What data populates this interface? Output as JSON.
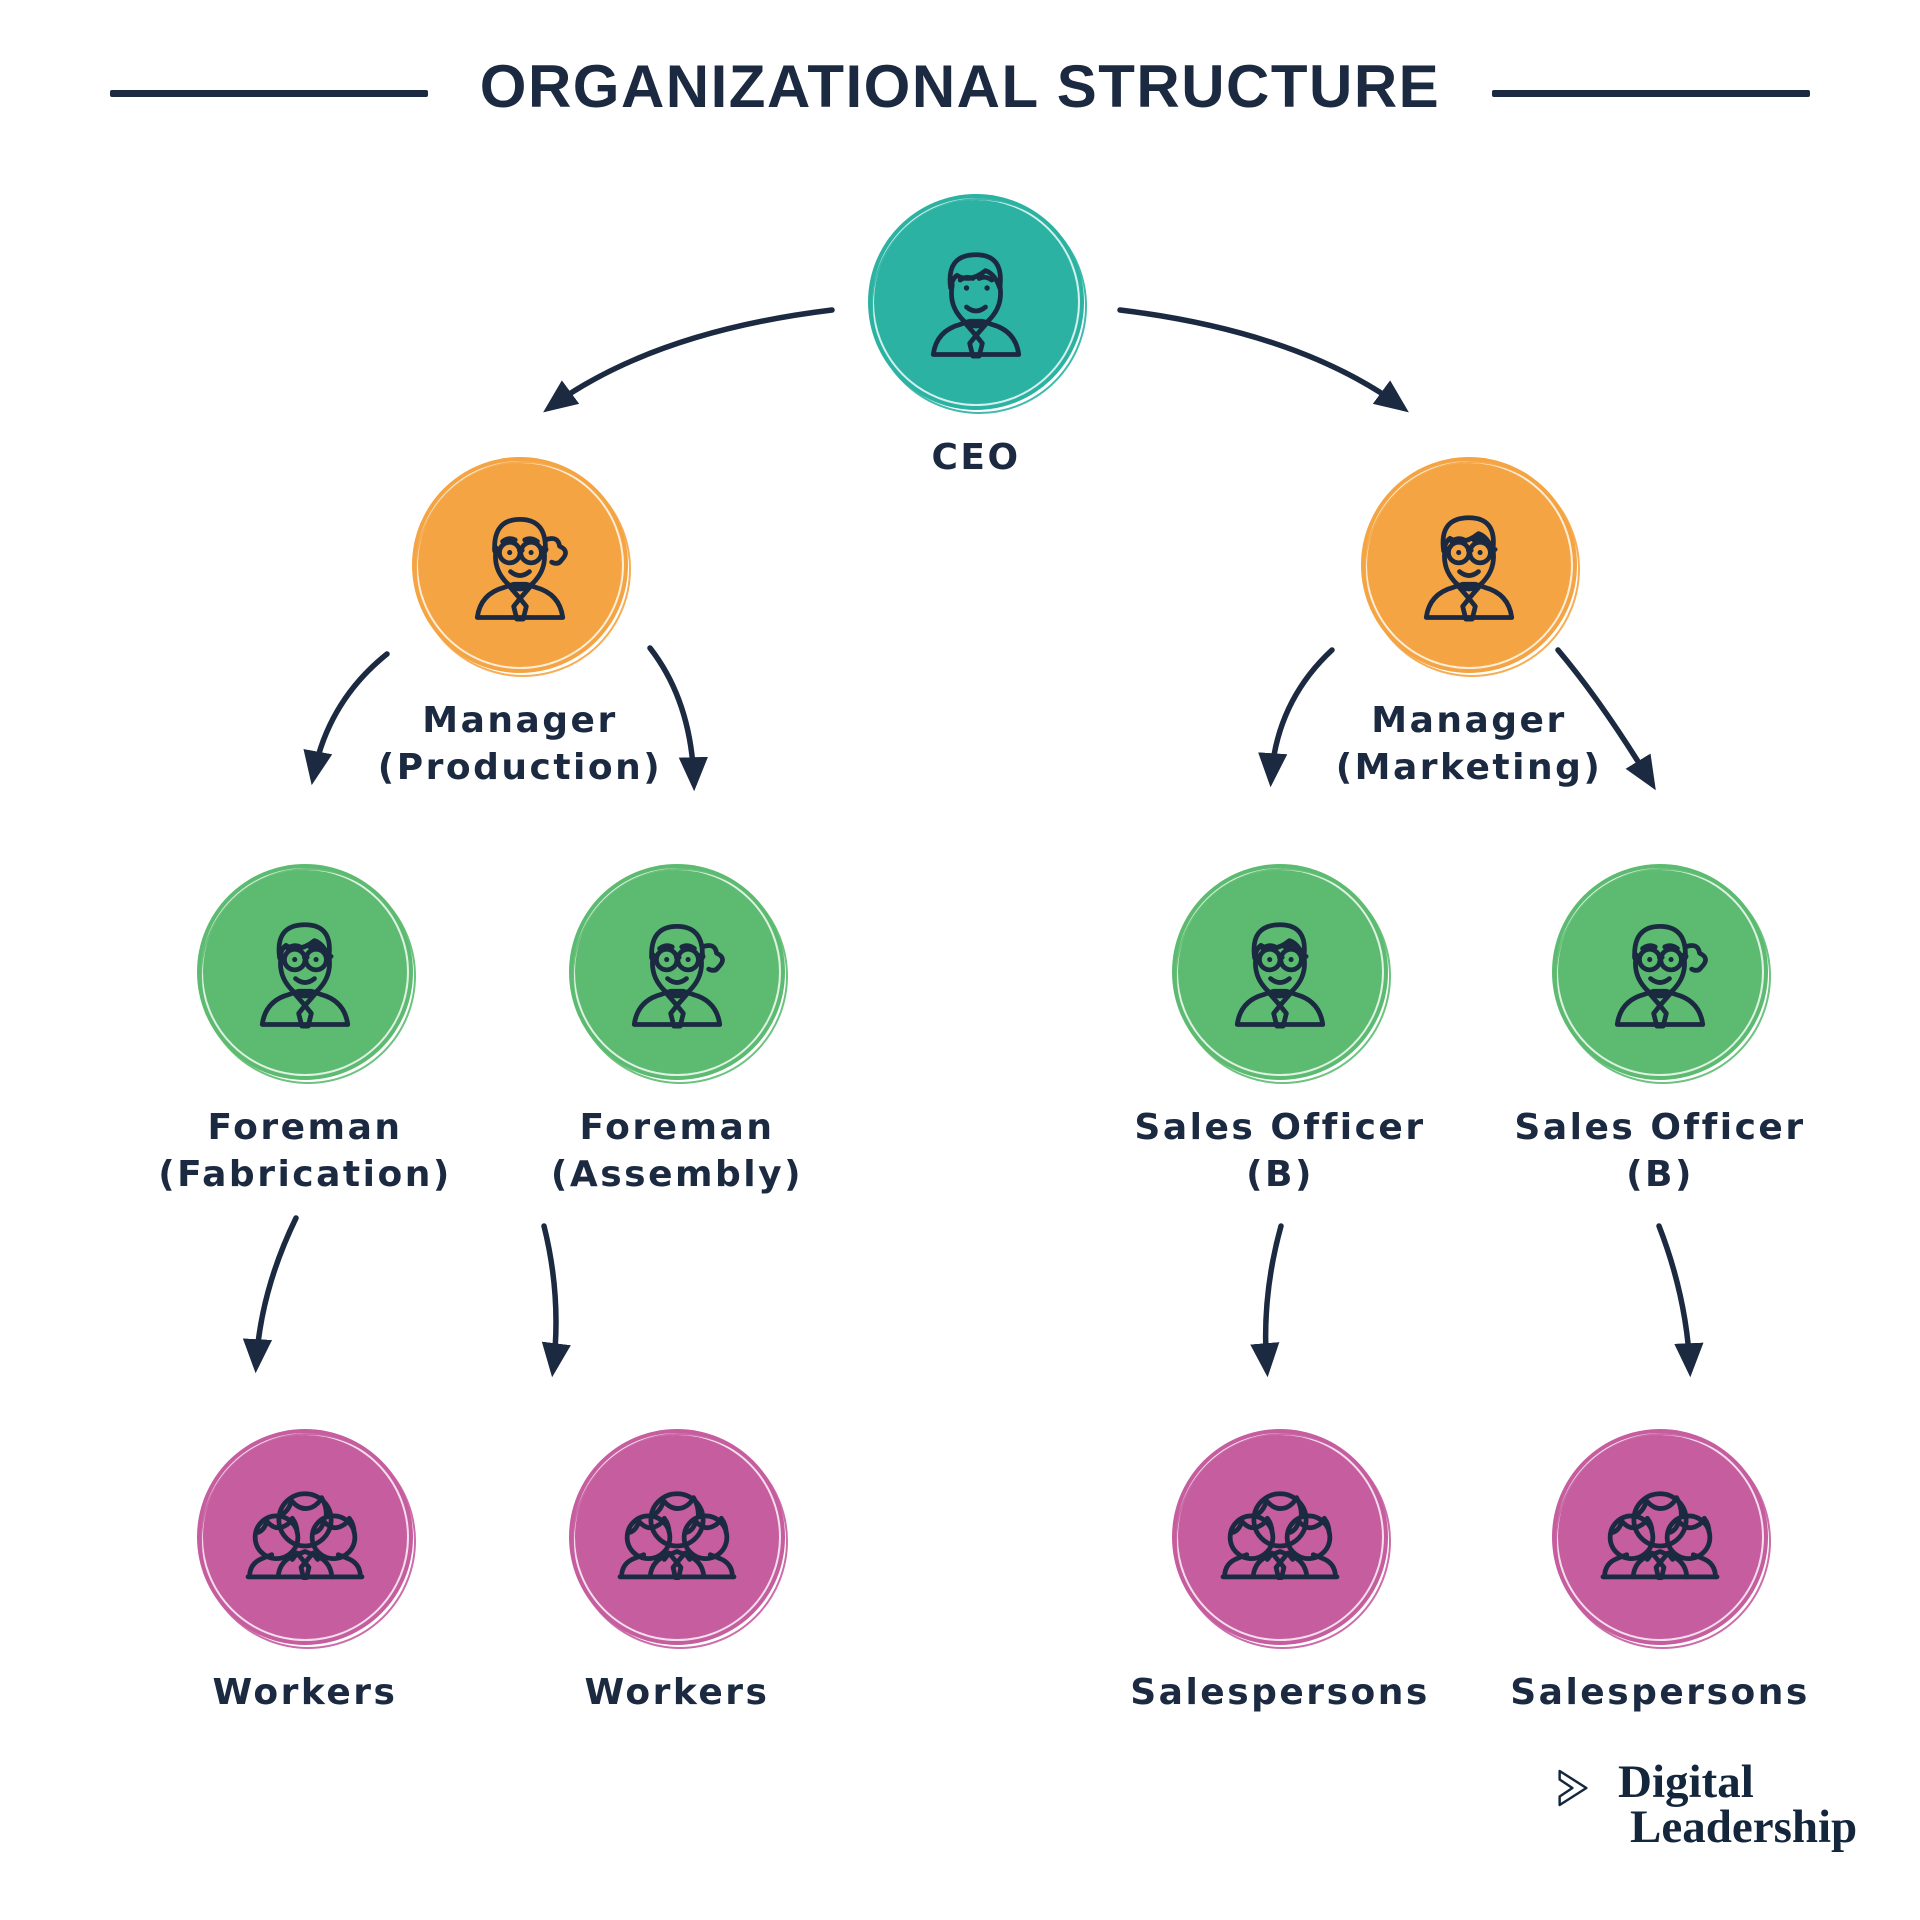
{
  "title": "ORGANIZATIONAL STRUCTURE",
  "palette": {
    "teal": "#2BB2A2",
    "orange": "#F5A443",
    "green": "#5CBB70",
    "pink": "#C55D9F",
    "ink": "#1B2A41",
    "background": "#FFFFFF"
  },
  "org": {
    "nodes": [
      {
        "id": "ceo",
        "lines": [
          "CEO"
        ],
        "color": "teal",
        "icon": "man-icon"
      },
      {
        "id": "manager-production",
        "lines": [
          "Manager",
          "(Production)"
        ],
        "color": "orange",
        "icon": "person-glasses-bun-icon"
      },
      {
        "id": "manager-marketing",
        "lines": [
          "Manager",
          "(Marketing)"
        ],
        "color": "orange",
        "icon": "man-glasses-icon"
      },
      {
        "id": "foreman-fabrication",
        "lines": [
          "Foreman",
          "(Fabrication)"
        ],
        "color": "green",
        "icon": "man-glasses-icon"
      },
      {
        "id": "foreman-assembly",
        "lines": [
          "Foreman",
          "(Assembly)"
        ],
        "color": "green",
        "icon": "person-glasses-bun-icon"
      },
      {
        "id": "sales-officer-b1",
        "lines": [
          "Sales Officer",
          "(B)"
        ],
        "color": "green",
        "icon": "man-glasses-icon"
      },
      {
        "id": "sales-officer-b2",
        "lines": [
          "Sales Officer",
          "(B)"
        ],
        "color": "green",
        "icon": "person-glasses-bun-icon"
      },
      {
        "id": "workers-1",
        "lines": [
          "Workers"
        ],
        "color": "pink",
        "icon": "people-group-icon"
      },
      {
        "id": "workers-2",
        "lines": [
          "Workers"
        ],
        "color": "pink",
        "icon": "people-group-icon"
      },
      {
        "id": "salespersons-1",
        "lines": [
          "Salespersons"
        ],
        "color": "pink",
        "icon": "people-group-icon"
      },
      {
        "id": "salespersons-2",
        "lines": [
          "Salespersons"
        ],
        "color": "pink",
        "icon": "people-group-icon"
      }
    ],
    "connections": [
      {
        "from": "ceo",
        "to": "manager-production"
      },
      {
        "from": "ceo",
        "to": "manager-marketing"
      },
      {
        "from": "manager-production",
        "to": "foreman-fabrication"
      },
      {
        "from": "manager-production",
        "to": "foreman-assembly"
      },
      {
        "from": "manager-marketing",
        "to": "sales-officer-b1"
      },
      {
        "from": "manager-marketing",
        "to": "sales-officer-b2"
      },
      {
        "from": "foreman-fabrication",
        "to": "workers-1"
      },
      {
        "from": "foreman-assembly",
        "to": "workers-2"
      },
      {
        "from": "sales-officer-b1",
        "to": "salespersons-1"
      },
      {
        "from": "sales-officer-b2",
        "to": "salespersons-2"
      }
    ]
  },
  "logo": {
    "icon": "chevron-right-icon",
    "line1": "Digital",
    "line2": "Leadership"
  }
}
